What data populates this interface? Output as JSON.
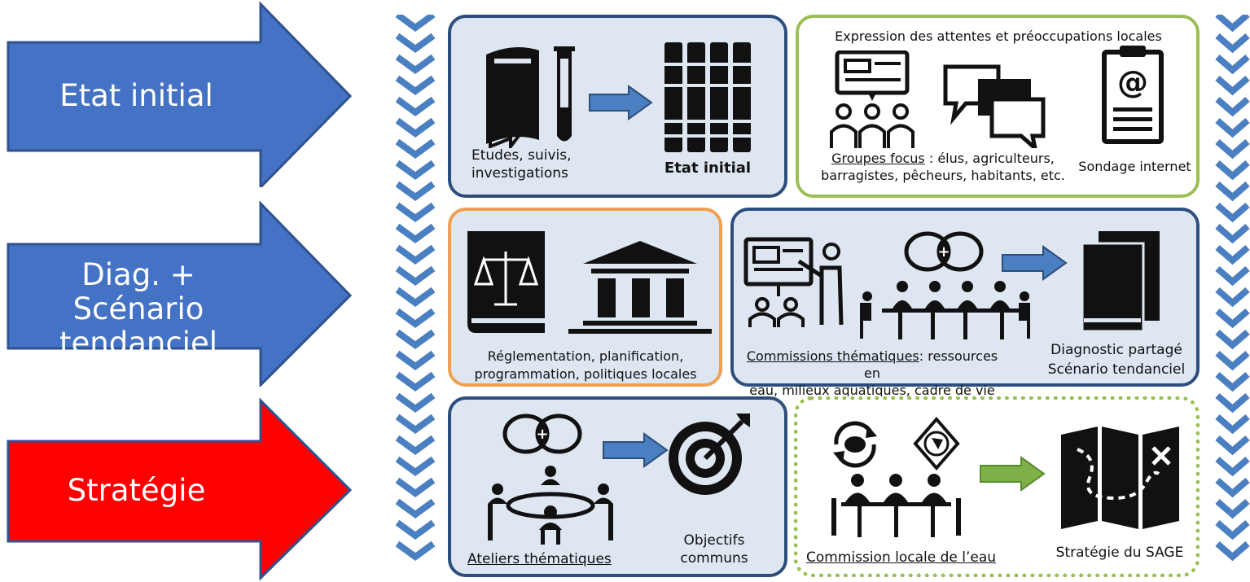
{
  "colors": {
    "phase_blue": "#4472c4",
    "phase_red": "#ff0000",
    "panel_blue_border": "#2d4e7d",
    "panel_orange_border": "#f0a050",
    "panel_green_border": "#9bbf55",
    "panel_fill": "#dde6f1",
    "chevron": "#4a7fc1",
    "inner_arrow_blue": "#4a7fc1",
    "inner_arrow_green": "#7fb04a"
  },
  "phases": [
    {
      "label": "Etat initial",
      "color": "#4472c4"
    },
    {
      "label": "Diag. + Scénario tendanciel",
      "color": "#4472c4"
    },
    {
      "label": "Stratégie",
      "color": "#ff0000"
    }
  ],
  "row1": {
    "studies": {
      "label": "Etudes, suivis, investigations",
      "icon": "book-testtube-icon"
    },
    "state": {
      "label": "Etat initial",
      "icon": "bookshelf-icon"
    },
    "expression": {
      "title": "Expression des attentes et préoccupations  locales",
      "focus_prefix": "Groupes focus",
      "focus_text": " : élus, agriculteurs,",
      "focus_text2": "barragistes, pêcheurs, habitants, etc.",
      "survey": "Sondage internet",
      "icons": [
        "focus-group-icon",
        "speech-bubbles-icon",
        "clipboard-at-icon"
      ]
    }
  },
  "row2": {
    "regulation": {
      "label": "Réglementation, planification, programmation, politiques locales",
      "icons": [
        "law-book-icon",
        "institution-icon"
      ]
    },
    "commissions": {
      "prefix": "Commissions thématiques",
      "text": ": ressources en",
      "text2": "eau, milieux aquatiques, cadre de vie",
      "icons": [
        "presentation-icon",
        "collaboration-icon",
        "meeting-table-icon"
      ]
    },
    "diagnostic": {
      "line1": "Diagnostic  partagé",
      "line2": "Scénario tendanciel",
      "icon": "books-icon"
    }
  },
  "row3": {
    "ateliers": {
      "label": "Ateliers thématiques",
      "icons": [
        "collaboration-icon",
        "round-table-icon"
      ]
    },
    "objectifs": {
      "label": "Objectifs communs",
      "icon": "target-icon"
    },
    "cle": {
      "label": "Commission locale de l’eau",
      "icons": [
        "discussion-cycle-icon",
        "compass-icon",
        "meeting-icon"
      ]
    },
    "strategie": {
      "label": "Stratégie du SAGE",
      "icon": "treasure-map-icon"
    }
  }
}
